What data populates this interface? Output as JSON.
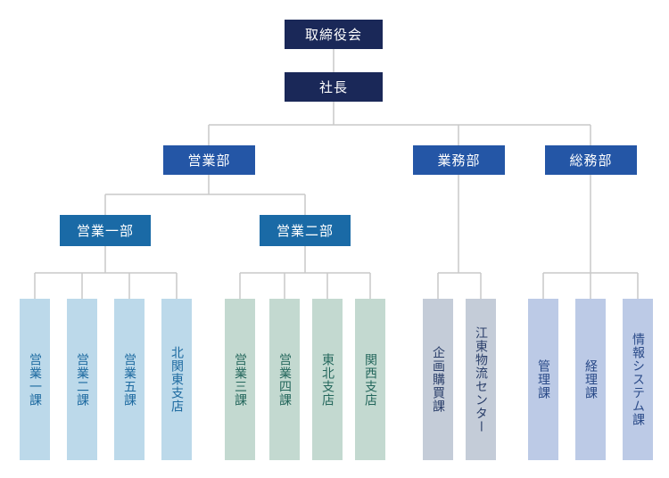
{
  "board": "取締役会",
  "president": "社長",
  "divisions": {
    "sales": "営業部",
    "business": "業務部",
    "general": "総務部"
  },
  "sales_depts": {
    "first": "営業一部",
    "second": "営業二部"
  },
  "sections": {
    "sales1": [
      "営業一課",
      "営業二課",
      "営業五課",
      "北関東支店"
    ],
    "sales2": [
      "営業三課",
      "営業四課",
      "東北支店",
      "関西支店"
    ],
    "business": [
      "企画購買課",
      "江東物流センター"
    ],
    "general": [
      "管理課",
      "経理課",
      "情報システム課"
    ]
  },
  "colors": {
    "connector": "#c8c8c8",
    "top": "#1a2858",
    "division": "#2456a6",
    "dept": "#1a6aa6"
  }
}
